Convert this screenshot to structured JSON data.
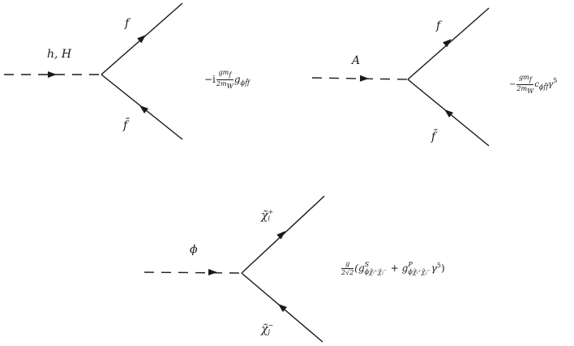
{
  "diagrams": [
    {
      "scalar_label": "h, H",
      "fermion_out_label": "f",
      "fermion_in_label": "f̄",
      "coupling": {
        "prefix": "−i",
        "frac_num": "gm",
        "frac_num_sub": "f",
        "frac_den": "2m",
        "frac_den_sub": "W",
        "tail": "g",
        "tail_sub": "ϕf̄f"
      }
    },
    {
      "scalar_label": "A",
      "fermion_out_label": "f",
      "fermion_in_label": "f̄",
      "coupling": {
        "prefix": "−",
        "frac_num": "gm",
        "frac_num_sub": "f",
        "frac_den": "2m",
        "frac_den_sub": "W",
        "tail": "c",
        "tail_sub": "ϕf̄f",
        "gamma": "γ",
        "gamma_sup": "5"
      }
    },
    {
      "scalar_label": "ϕ",
      "fermion_out_label": "χ̃",
      "fermion_out_sub": "i",
      "fermion_out_sup": "+",
      "fermion_in_label": "χ̃",
      "fermion_in_sub": "j",
      "fermion_in_sup": "−",
      "coupling": {
        "frac_num": "g",
        "frac_den": "2√2",
        "open": "(g",
        "s_sup": "S",
        "s_sub": "ϕχ̃ᵢ⁺χ̃ⱼ⁻",
        "plus": " + g",
        "p_sup": "P",
        "p_sub": "ϕχ̃ᵢ⁺χ̃ⱼ⁻",
        "gamma": "γ",
        "gamma_sup": "5",
        "close": ")"
      }
    }
  ]
}
